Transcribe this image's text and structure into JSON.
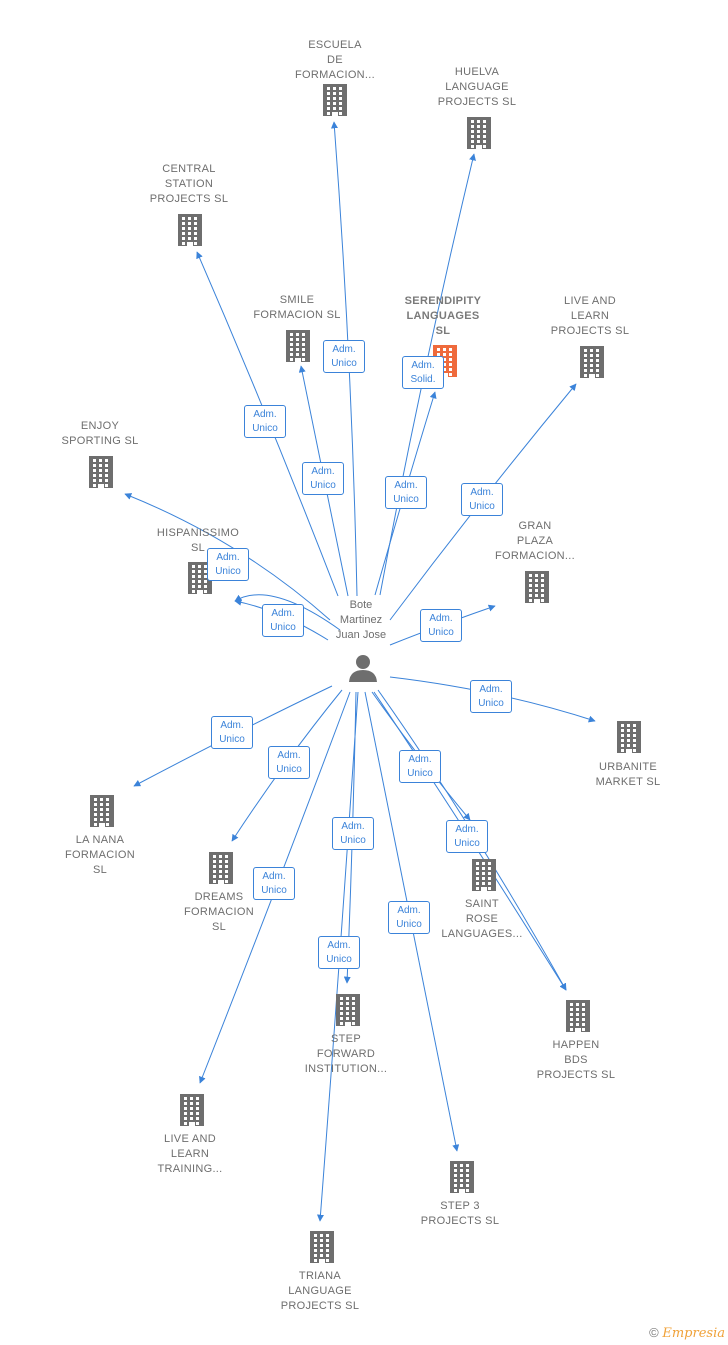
{
  "colors": {
    "edge": "#3b83d9",
    "building": "#6e6e6e",
    "main_building": "#ef6a3c",
    "person": "#6e6e6e"
  },
  "center": {
    "name": "Bote\nMartinez\nJuan Jose",
    "icon": "person-icon"
  },
  "nodes": [
    {
      "id": "escuela",
      "label": "ESCUELA\nDE\nFORMACION..."
    },
    {
      "id": "huelva",
      "label": "HUELVA\nLANGUAGE\nPROJECTS SL"
    },
    {
      "id": "central",
      "label": "CENTRAL\nSTATION\nPROJECTS SL"
    },
    {
      "id": "smile",
      "label": "SMILE\nFORMACION SL"
    },
    {
      "id": "serendipity",
      "label": "SERENDIPITY\nLANGUAGES\nSL"
    },
    {
      "id": "livelearnp",
      "label": "LIVE AND\nLEARN\nPROJECTS SL"
    },
    {
      "id": "enjoy",
      "label": "ENJOY\nSPORTING SL"
    },
    {
      "id": "hispanissimo",
      "label": "HISPANISSIMO\nSL"
    },
    {
      "id": "granplaza",
      "label": "GRAN\nPLAZA\nFORMACION..."
    },
    {
      "id": "urbanite",
      "label": "URBANITE\nMARKET SL"
    },
    {
      "id": "lanana",
      "label": "LA NANA\nFORMACION\nSL"
    },
    {
      "id": "dreams",
      "label": "DREAMS\nFORMACION\nSL"
    },
    {
      "id": "saintrose",
      "label": "SAINT\nROSE\nLANGUAGES..."
    },
    {
      "id": "happen",
      "label": "HAPPEN\nBDS\nPROJECTS SL"
    },
    {
      "id": "stepforward",
      "label": "STEP\nFORWARD\nINSTITUTION..."
    },
    {
      "id": "livelearnt",
      "label": "LIVE AND\nLEARN\nTRAINING..."
    },
    {
      "id": "step3",
      "label": "STEP 3\nPROJECTS SL"
    },
    {
      "id": "triana",
      "label": "TRIANA\nLANGUAGE\nPROJECTS SL"
    }
  ],
  "edge_labels": [
    "Adm.\nUnico",
    "Adm.\nSolid.",
    "Adm.\nUnico",
    "Adm.\nUnico",
    "Adm.\nUnico",
    "Adm.\nUnico",
    "Adm.\nUnico",
    "Adm.\nUnico",
    "Adm.\nUnico",
    "Adm.\nUnico",
    "Adm.\nUnico",
    "Adm.\nUnico",
    "Adm.\nUnico",
    "Adm.\nUnico",
    "Adm.\nUnico",
    "Adm.\nUnico",
    "Adm.\nUnico",
    "Adm.\nUnico",
    "Adm.\nUnico"
  ],
  "footer": {
    "copyright": "©",
    "brand": "Empresia"
  }
}
